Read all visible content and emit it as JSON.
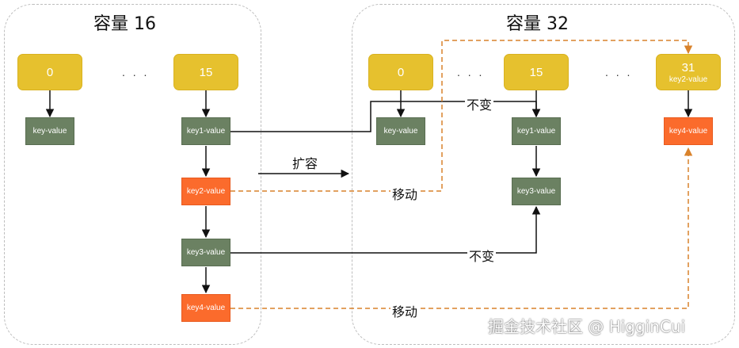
{
  "left": {
    "title": "容量 16",
    "buckets": [
      {
        "label": "0"
      },
      {
        "label": "15"
      }
    ],
    "dots": ". . .",
    "nodes": {
      "kv": "key-value",
      "k1": "key1-value",
      "k2": "key2-value",
      "k3": "key3-value",
      "k4": "key4-value"
    }
  },
  "right": {
    "title": "容量 32",
    "buckets": [
      {
        "label": "0"
      },
      {
        "label": "15"
      },
      {
        "label": "31",
        "sub": "key2-value"
      }
    ],
    "dots": ". . .",
    "nodes": {
      "kv": "key-value",
      "k1": "key1-value",
      "k3": "key3-value",
      "k4": "key4-value"
    }
  },
  "labels": {
    "expand": "扩容",
    "unchanged": "不变",
    "moved": "移动"
  },
  "colors": {
    "bucket": "#e6c12e",
    "node_unchanged": "#6b8162",
    "node_moved": "#fb6b2c",
    "move_line": "#d9822b"
  },
  "watermark": "掘金技术社区 @ HigginCui"
}
